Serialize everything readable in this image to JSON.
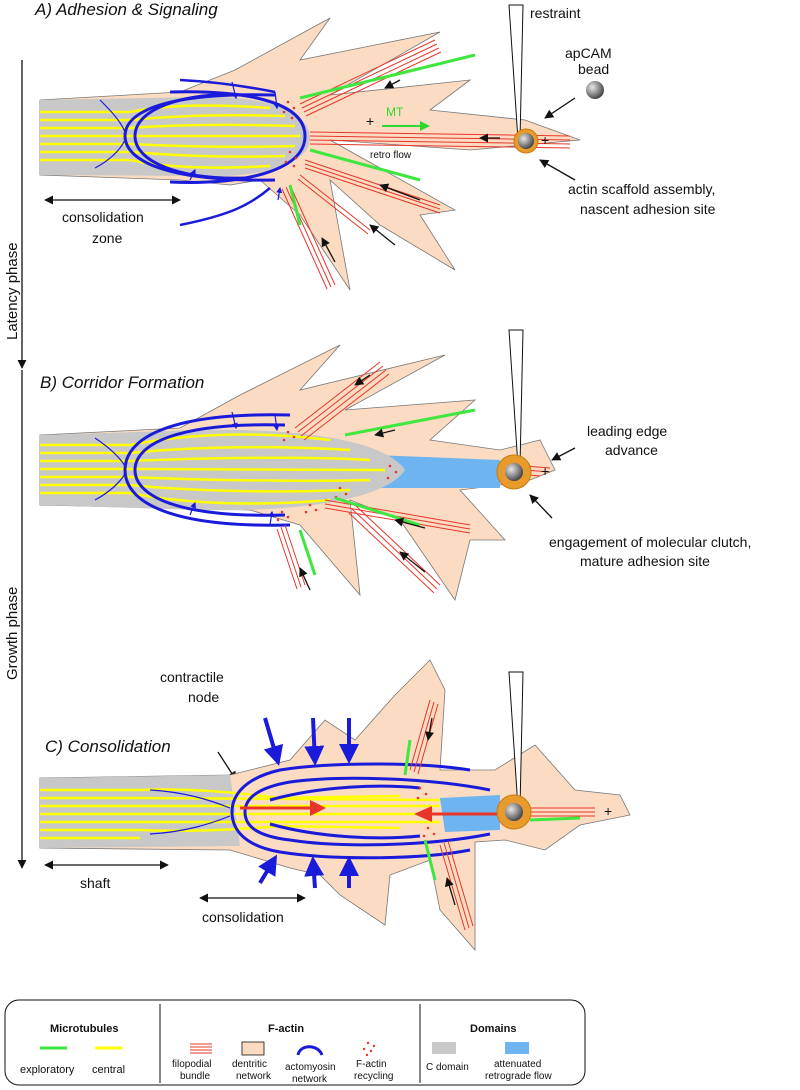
{
  "panels": {
    "a": {
      "title": "A) Adhesion & Signaling",
      "restraint": "restraint",
      "bead_line1": "apCAM",
      "bead_line2": "bead",
      "mt": "MT",
      "retro_flow": "retro flow",
      "plus": "+",
      "actin_line1": "actin scaffold assembly,",
      "actin_line2": "nascent adhesion site",
      "cons_line1": "consolidation",
      "cons_line2": "zone"
    },
    "b": {
      "title": "B) Corridor Formation",
      "leading_line1": "leading edge",
      "leading_line2": "advance",
      "plus": "+",
      "clutch_line1": "engagement of molecular clutch,",
      "clutch_line2": "mature adhesion site"
    },
    "c": {
      "title": "C) Consolidation",
      "node_line1": "contractile",
      "node_line2": "node",
      "shaft": "shaft",
      "consolidation": "consolidation",
      "plus": "+"
    }
  },
  "phases": {
    "latency": "Latency phase",
    "growth": "Growth phase"
  },
  "legend": {
    "microtubules": {
      "heading": "Microtubules",
      "exploratory": "exploratory",
      "central": "central"
    },
    "factin": {
      "heading": "F-actin",
      "filopodial_1": "filopodial",
      "filopodial_2": "bundle",
      "dendritic_1": "dentritic",
      "dendritic_2": "network",
      "actomyosin_1": "actomyosin",
      "actomyosin_2": "network",
      "recycling_1": "F-actin",
      "recycling_2": "recycling"
    },
    "domains": {
      "heading": "Domains",
      "cdomain": "C domain",
      "attenuated_1": "attenuated",
      "attenuated_2": "retrograde flow"
    }
  },
  "colors": {
    "peach": "#fbdcc2",
    "grey": "#c8c8c8",
    "yellow": "#ffff00",
    "green": "#3ee63e",
    "red": "#e8352a",
    "blue": "#1a1adb",
    "lightblue": "#6eb4f0",
    "bead_ring": "#e89a2a"
  }
}
